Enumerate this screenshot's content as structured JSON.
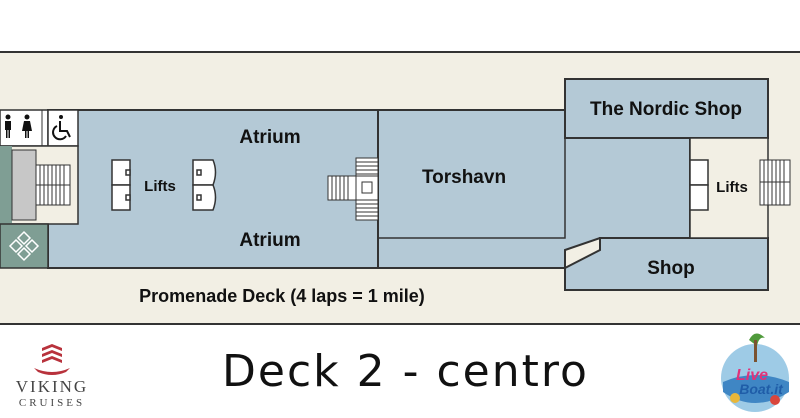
{
  "deck_plan": {
    "rooms": {
      "atrium_top": "Atrium",
      "atrium_bottom": "Atrium",
      "lifts_left": "Lifts",
      "lifts_right": "Lifts",
      "torshavn": "Torshavn",
      "nordic_shop": "The Nordic Shop",
      "shop": "Shop",
      "promenade": "Promenade Deck (4 laps = 1 mile)"
    },
    "icons": [
      "restroom-icon",
      "wheelchair-icon",
      "stairs-icon",
      "elevator-icon",
      "tile-pattern-icon"
    ]
  },
  "title": "Deck 2 - centro",
  "logos": {
    "viking_name": "VIKING",
    "viking_sub": "CRUISES",
    "liveboat_text": "LiveBoat.it"
  },
  "colors": {
    "deck_fill": "#f2efe4",
    "room_fill": "#b4c9d6",
    "outline": "#333333",
    "stair_fill": "#c7c7c7",
    "green_tile": "#7f9e94"
  }
}
